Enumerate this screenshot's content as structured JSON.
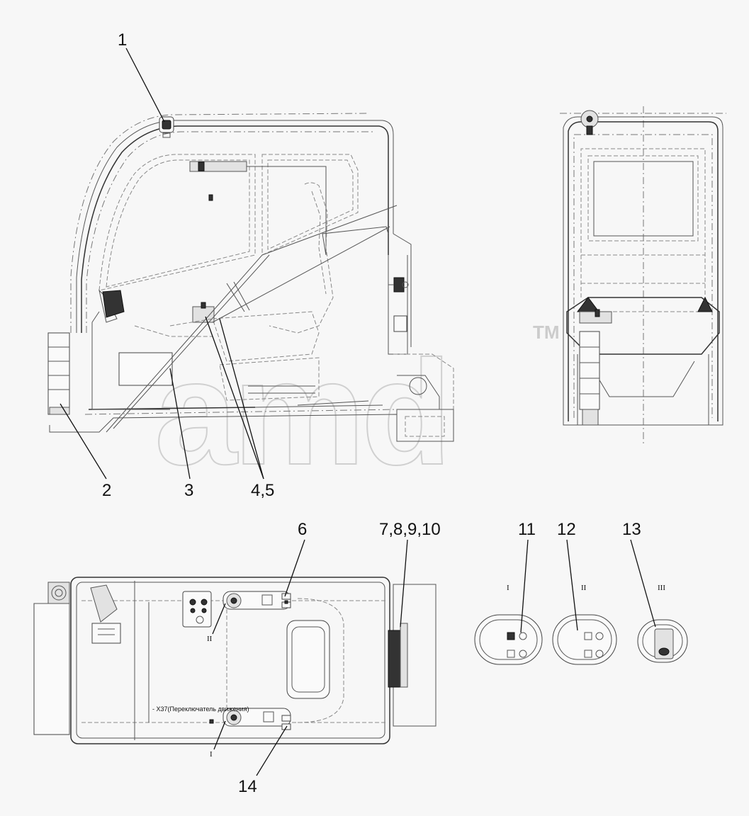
{
  "labels": {
    "l1": "1",
    "l2": "2",
    "l3": "3",
    "l45": "4,5",
    "l6": "6",
    "l7": "7,8,9,10",
    "l11": "11",
    "l12": "12",
    "l13": "13",
    "l14": "14"
  },
  "views": {
    "v1": "I",
    "v2": "II",
    "v3": "III",
    "v2_mark": "II",
    "v1_mark": "I"
  },
  "annotation": "- X37(Переключатель движения)",
  "watermark": {
    "text": "amd",
    "tm": "TM"
  }
}
